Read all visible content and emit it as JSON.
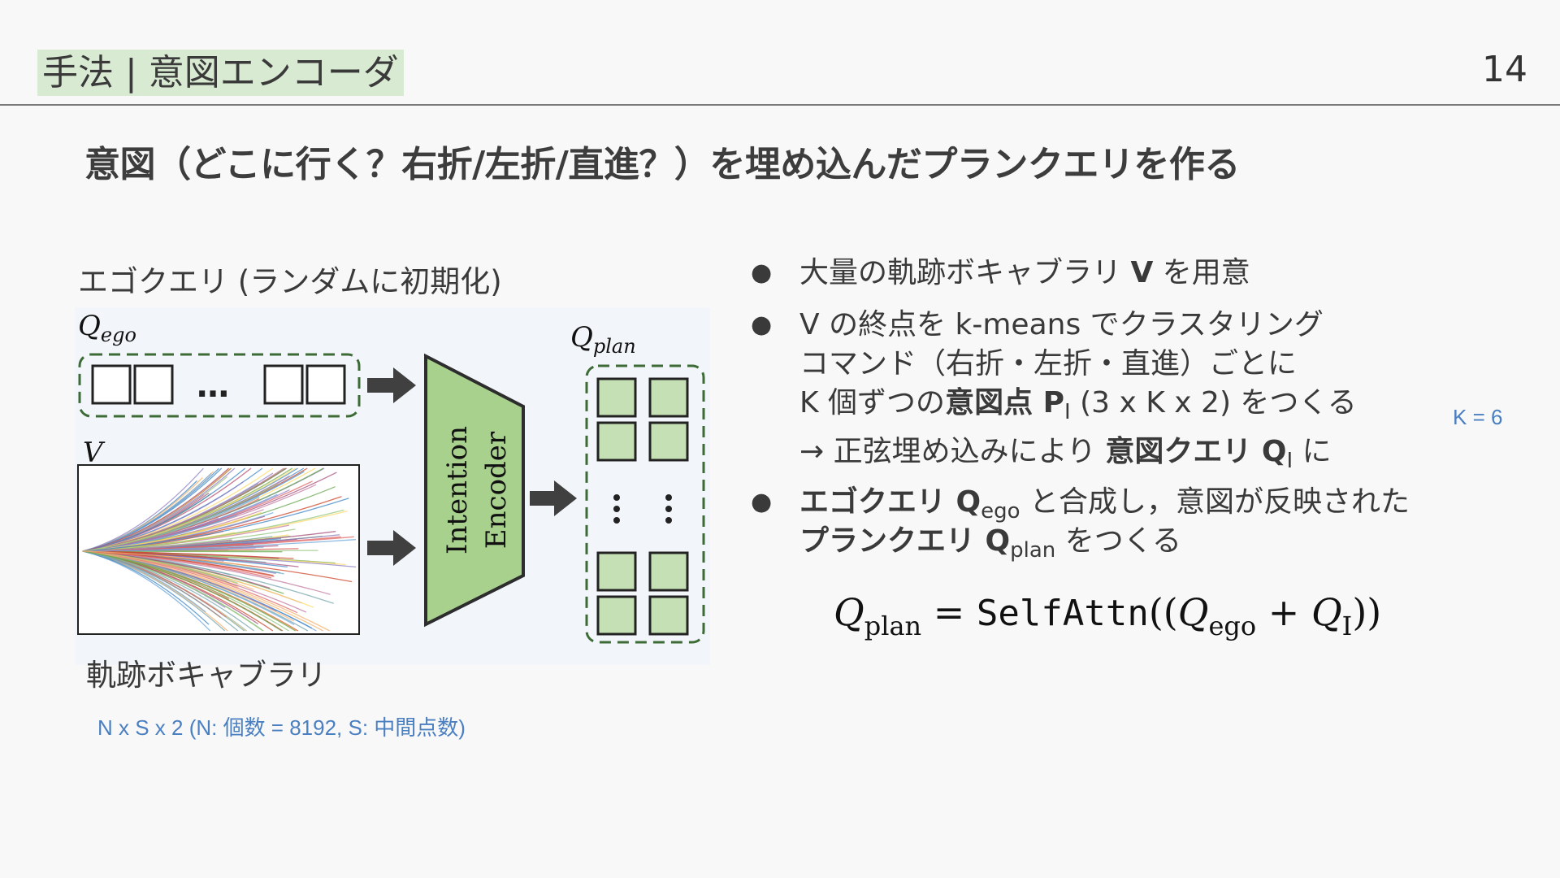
{
  "header": {
    "section": "手法 | 意図エンコーダ",
    "page_number": "14"
  },
  "title": "意図（どこに行く？右折/左折/直進？）を埋め込んだプランクエリを作る",
  "figure": {
    "caption_top": "エゴクエリ (ランダムに初期化)",
    "caption_bottom": "軌跡ボキャブラリ",
    "note": "N x S x 2 (N: 個数 = 8192, S: 中間点数)",
    "label_q_ego": "Q",
    "label_q_ego_sub": "ego",
    "label_v": "V",
    "label_q_plan": "Q",
    "label_q_plan_sub": "plan",
    "encoder_line1": "Intention",
    "encoder_line2": "Encoder",
    "ellipsis": "…",
    "colors": {
      "encoder_fill": "#a9d18e",
      "encoder_stroke": "#2d2d2d",
      "cell_fill": "#c5e0b4",
      "dash_stroke": "#3d6b35",
      "arrow_fill": "#404040",
      "panel_bg": "#f2f6fa"
    }
  },
  "bullets": {
    "b1": {
      "pre": "大量の軌跡ボキャブラリ ",
      "bold": "V",
      "post": " を用意"
    },
    "b2": {
      "line1": "V の終点を k-means でクラスタリング",
      "line2": "コマンド（右折・左折・直進）ごとに",
      "line3_pre": "K 個ずつの",
      "line3_bold": "意図点 P",
      "line3_sub": "I",
      "line3_post": " (3 x K x 2) をつくる"
    },
    "arrow": {
      "pre": "→ 正弦埋め込みにより ",
      "bold": "意図クエリ Q",
      "sub": "I",
      "post": " に"
    },
    "b3": {
      "line1_bold": "エゴクエリ Q",
      "line1_sub": "ego",
      "line1_post": " と合成し，意図が反映された",
      "line2_bold": "プランクエリ Q",
      "line2_sub": "plan",
      "line2_post": " をつくる"
    },
    "bullet_symbol": "●"
  },
  "k_note": "K = 6",
  "equation": {
    "lhs": "Q",
    "lhs_sub": "plan",
    "eq": " = ",
    "func": "SelfAttn",
    "open": "((",
    "t1": "Q",
    "t1_sub": "ego",
    "plus": " + ",
    "t2": "Q",
    "t2_sub": "I",
    "close": "))"
  }
}
